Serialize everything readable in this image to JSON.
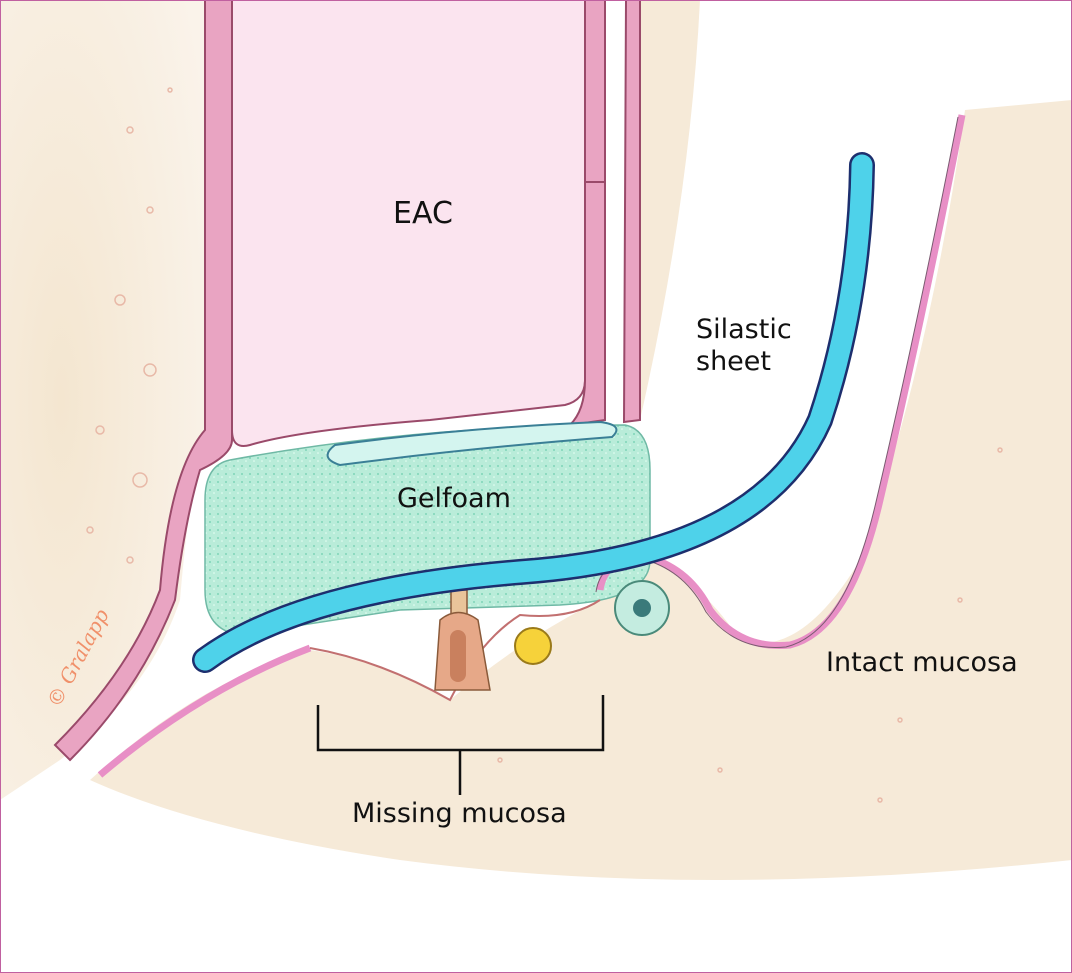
{
  "labels": {
    "eac": "EAC",
    "silastic": "Silastic\nsheet",
    "gelfoam": "Gelfoam",
    "intact": "Intact mucosa",
    "missing": "Missing mucosa"
  },
  "signature": "© Gralapp",
  "colors": {
    "bone": "#f6ead8",
    "canal_wall": "#e9a4c2",
    "canal_lumen": "#fbe4ef",
    "gelfoam": "#b8ecd8",
    "silastic": "#4ed2ea",
    "silastic_outline": "#1d2f6e",
    "mucosa": "#e88fc6"
  }
}
